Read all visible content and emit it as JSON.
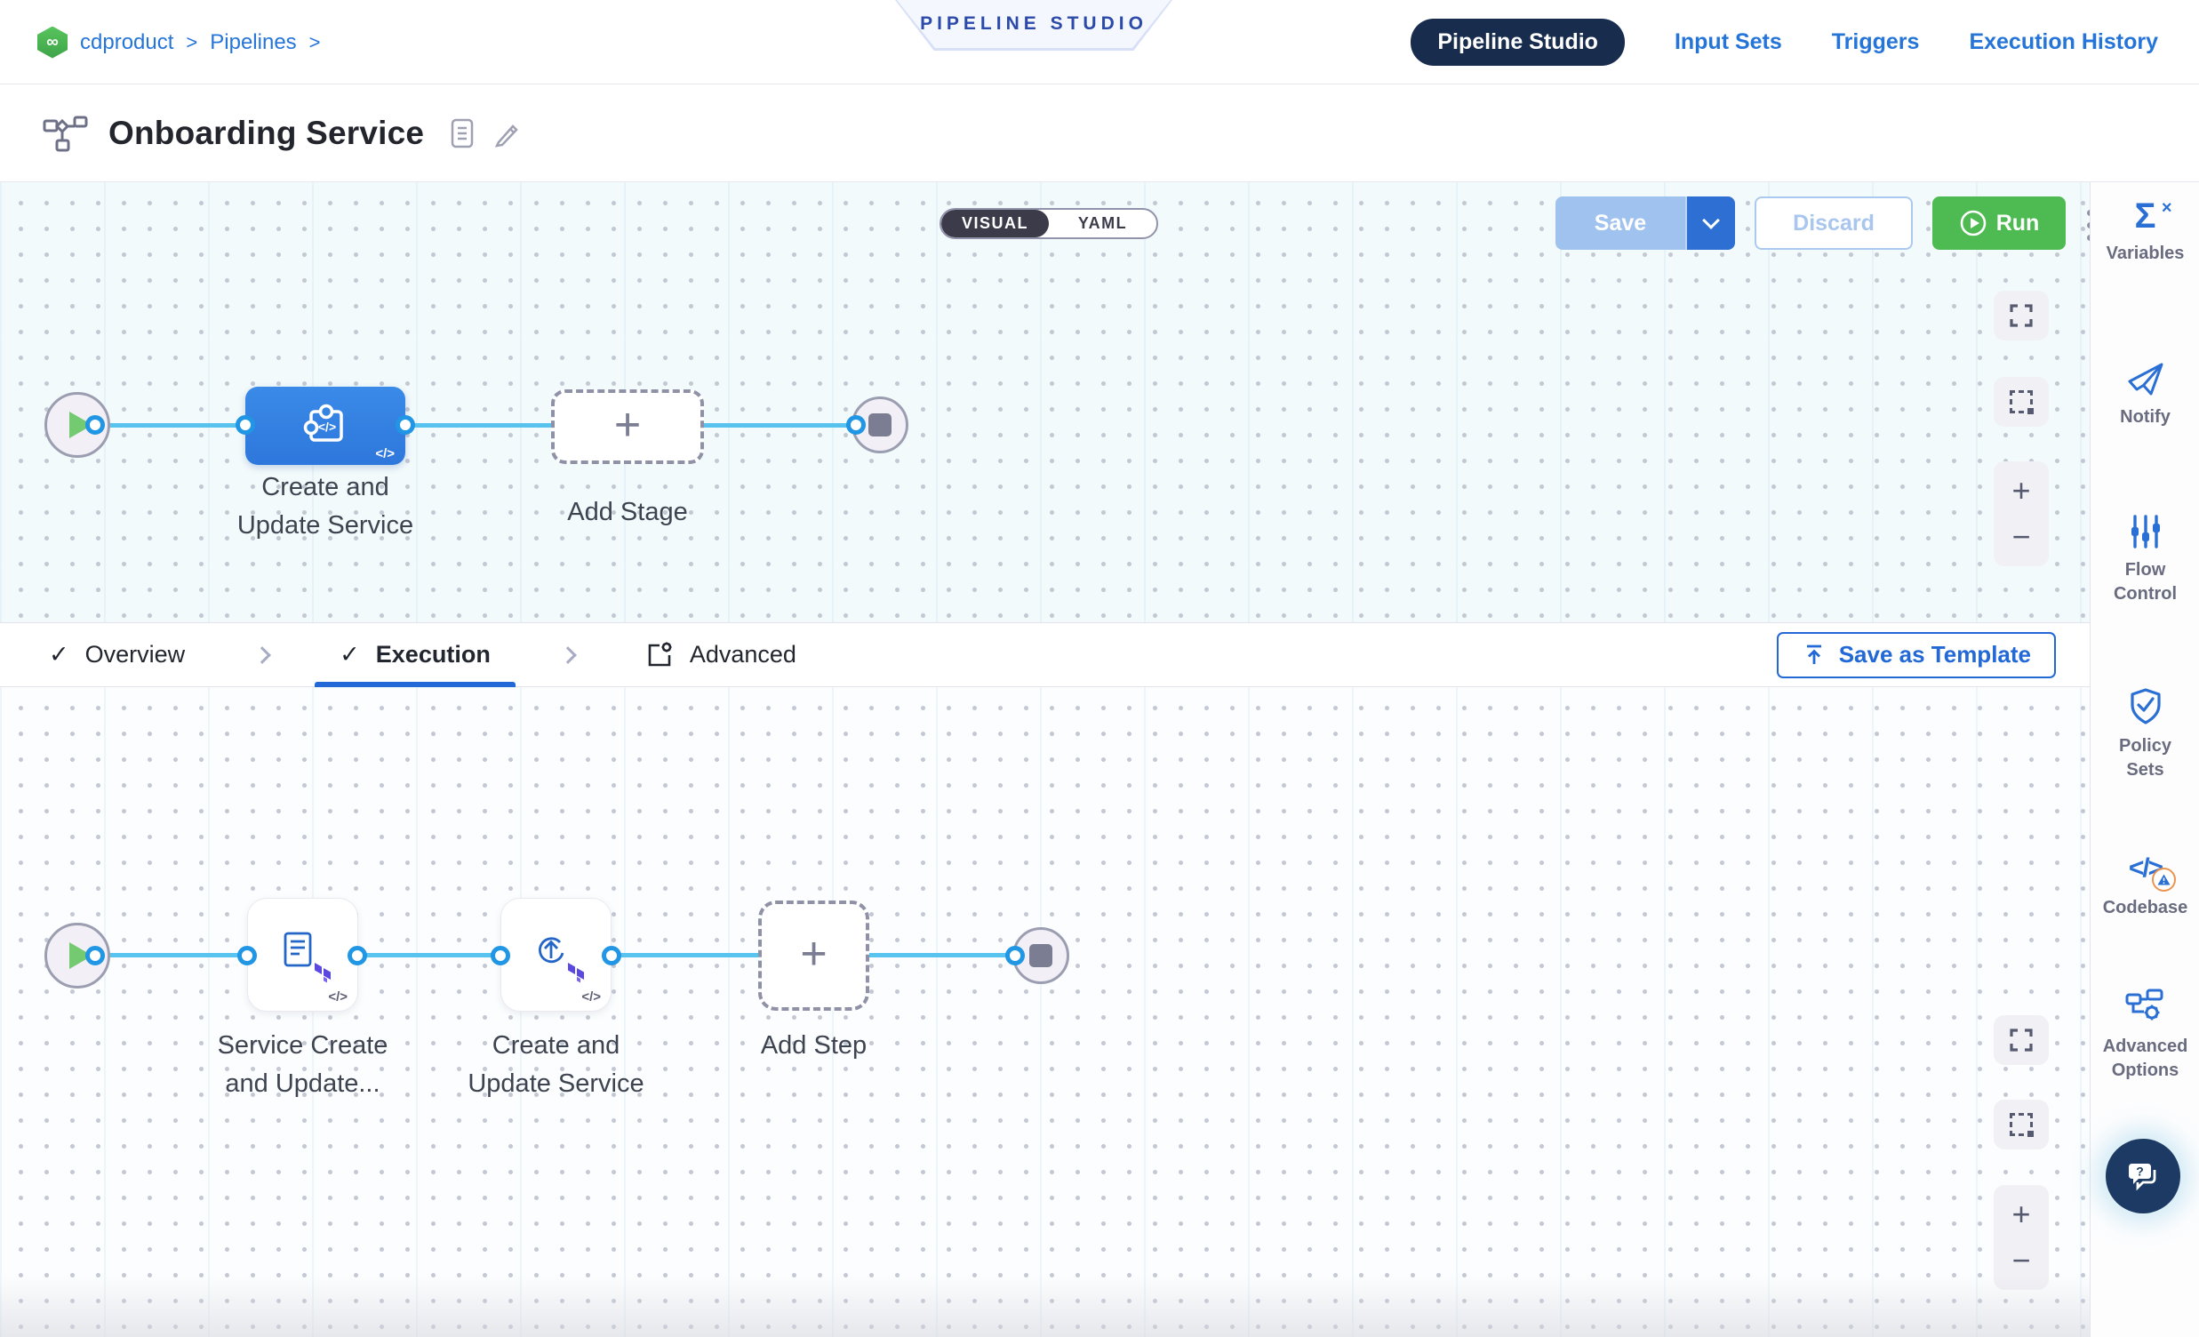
{
  "breadcrumb": {
    "project": "cdproduct",
    "sep": ">",
    "section": "Pipelines"
  },
  "banner": {
    "label": "PIPELINE STUDIO"
  },
  "nav": {
    "tabs": [
      {
        "label": "Pipeline Studio",
        "active": true
      },
      {
        "label": "Input Sets",
        "active": false
      },
      {
        "label": "Triggers",
        "active": false
      },
      {
        "label": "Execution History",
        "active": false
      }
    ]
  },
  "toolbar": {
    "title": "Onboarding Service",
    "visual_label": "VISUAL",
    "yaml_label": "YAML",
    "save_label": "Save",
    "discard_label": "Discard",
    "run_label": "Run"
  },
  "stage_canvas": {
    "stage": {
      "name_line1": "Create and",
      "name_line2": "Update Service"
    },
    "add_stage_label": "Add Stage"
  },
  "execution_tabs": {
    "overview": "Overview",
    "execution": "Execution",
    "advanced": "Advanced",
    "save_as_template": "Save as Template"
  },
  "step_canvas": {
    "step1": {
      "name_line1": "Service Create",
      "name_line2": "and Update..."
    },
    "step2": {
      "name_line1": "Create and",
      "name_line2": "Update Service"
    },
    "add_step_label": "Add Step"
  },
  "sidebar": {
    "items": [
      {
        "label": "Variables"
      },
      {
        "label": "Notify"
      },
      {
        "label": "Flow Control"
      },
      {
        "label": "Policy Sets"
      },
      {
        "label": "Codebase"
      },
      {
        "label": "Advanced Options"
      }
    ]
  },
  "icons": {
    "plus": "+",
    "minus": "−",
    "code": "</>",
    "check": "✓",
    "sigma": "Σ",
    "sigma_x": "×",
    "infinity": "∞",
    "question": "?"
  },
  "colors": {
    "link_blue": "#2575d9",
    "accent_blue": "#2268d6",
    "navy_pill": "#182c4e",
    "run_green": "#4eba52",
    "connector_blue": "#57c3ee",
    "stage_blue": "#3484e2"
  }
}
